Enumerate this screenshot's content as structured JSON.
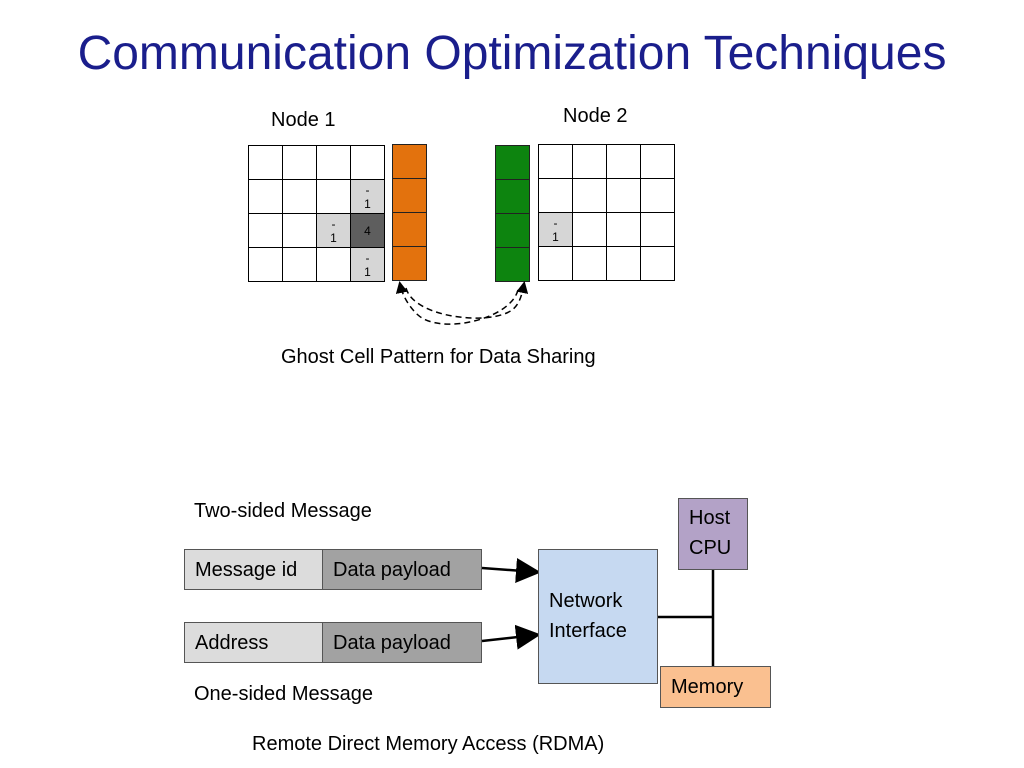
{
  "title": "Communication Optimization Techniques",
  "ghost": {
    "node1_label": "Node 1",
    "node2_label": "Node 2",
    "caption": "Ghost Cell Pattern for Data Sharing",
    "node1_cells": [
      {
        "row": 1,
        "col": 3,
        "shade": "light",
        "text": [
          "-",
          "1"
        ]
      },
      {
        "row": 2,
        "col": 2,
        "shade": "light",
        "text": [
          "-",
          "1"
        ]
      },
      {
        "row": 2,
        "col": 3,
        "shade": "dark",
        "text": [
          "4"
        ]
      },
      {
        "row": 3,
        "col": 3,
        "shade": "light",
        "text": [
          "-",
          "1"
        ]
      }
    ],
    "node2_cells": [
      {
        "row": 2,
        "col": 0,
        "shade": "light",
        "text": [
          "-",
          "1"
        ]
      }
    ],
    "colors": {
      "send_column": "#e3720d",
      "receive_column": "#0d840f"
    }
  },
  "rdma": {
    "two_sided_label": "Two-sided Message",
    "one_sided_label": "One-sided Message",
    "two_sided": {
      "header": "Message id",
      "payload": "Data payload"
    },
    "one_sided": {
      "header": "Address",
      "payload": "Data payload"
    },
    "network_interface": [
      "Network",
      "Interface"
    ],
    "host_cpu": [
      "Host",
      "CPU"
    ],
    "memory": "Memory",
    "caption": "Remote Direct Memory Access (RDMA)",
    "colors": {
      "network_interface": "#c6d9f1",
      "host_cpu": "#b3a2c7",
      "memory": "#fac090"
    }
  }
}
